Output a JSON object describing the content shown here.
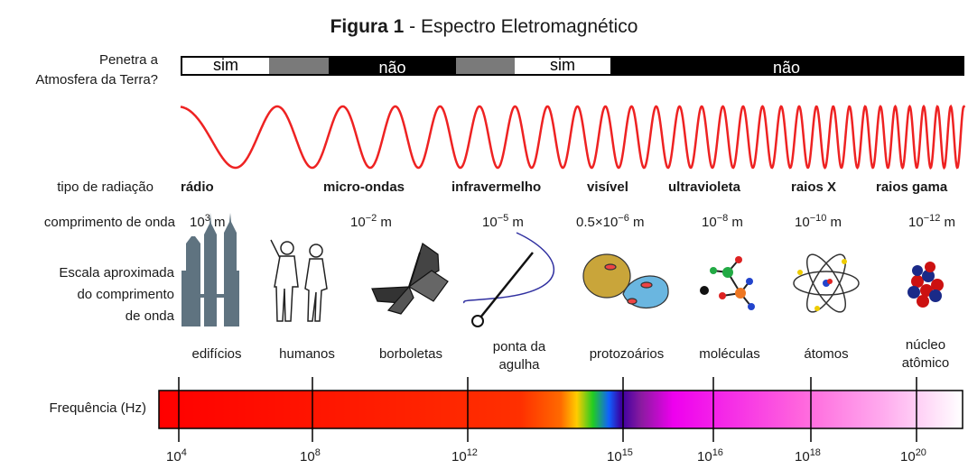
{
  "title": {
    "bold": "Figura 1",
    "rest": " - Espectro Eletromagnético"
  },
  "penetration": {
    "label_line1": "Penetra a",
    "label_line2": "Atmosfera da Terra?",
    "segments": [
      {
        "text": "sim",
        "fill": "#ffffff"
      },
      {
        "text": "",
        "fill": "#7a7a7a"
      },
      {
        "text": "não",
        "fill": "#000000"
      },
      {
        "text": "",
        "fill": "#7a7a7a"
      },
      {
        "text": "sim",
        "fill": "#ffffff"
      },
      {
        "text": "não",
        "fill": "#000000"
      }
    ]
  },
  "row_labels": {
    "radiation_type": "tipo de radiação",
    "wavelength": "comprimento de onda",
    "scale_line1": "Escala aproximada",
    "scale_line2": "do comprimento",
    "scale_line3": "de onda",
    "frequency": "Frequência (Hz)"
  },
  "radiation_types": [
    "rádio",
    "micro-ondas",
    "infravermelho",
    "visível",
    "ultravioleta",
    "raios X",
    "raios gama"
  ],
  "wavelengths": [
    {
      "base": "10",
      "exp": "3",
      "unit": "m"
    },
    {
      "base": "10",
      "exp": "−2",
      "unit": "m"
    },
    {
      "base": "10",
      "exp": "−5",
      "unit": "m"
    },
    {
      "base": "0.5×10",
      "exp": "−6",
      "unit": "m"
    },
    {
      "base": "10",
      "exp": "−8",
      "unit": "m"
    },
    {
      "base": "10",
      "exp": "−10",
      "unit": "m"
    },
    {
      "base": "10",
      "exp": "−12",
      "unit": "m"
    }
  ],
  "scale_objects": [
    {
      "line1": "edifícios",
      "line2": ""
    },
    {
      "line1": "humanos",
      "line2": ""
    },
    {
      "line1": "borboletas",
      "line2": ""
    },
    {
      "line1": "ponta da",
      "line2": "agulha"
    },
    {
      "line1": "protozoários",
      "line2": ""
    },
    {
      "line1": "moléculas",
      "line2": ""
    },
    {
      "line1": "átomos",
      "line2": ""
    },
    {
      "line1": "núcleo",
      "line2": "atômico"
    }
  ],
  "frequencies": [
    {
      "base": "10",
      "exp": "4"
    },
    {
      "base": "10",
      "exp": "8"
    },
    {
      "base": "10",
      "exp": "12"
    },
    {
      "base": "10",
      "exp": "15"
    },
    {
      "base": "10",
      "exp": "16"
    },
    {
      "base": "10",
      "exp": "18"
    },
    {
      "base": "10",
      "exp": "20"
    }
  ],
  "colors": {
    "wave": "#ee2222",
    "tower": "#5f7380"
  }
}
